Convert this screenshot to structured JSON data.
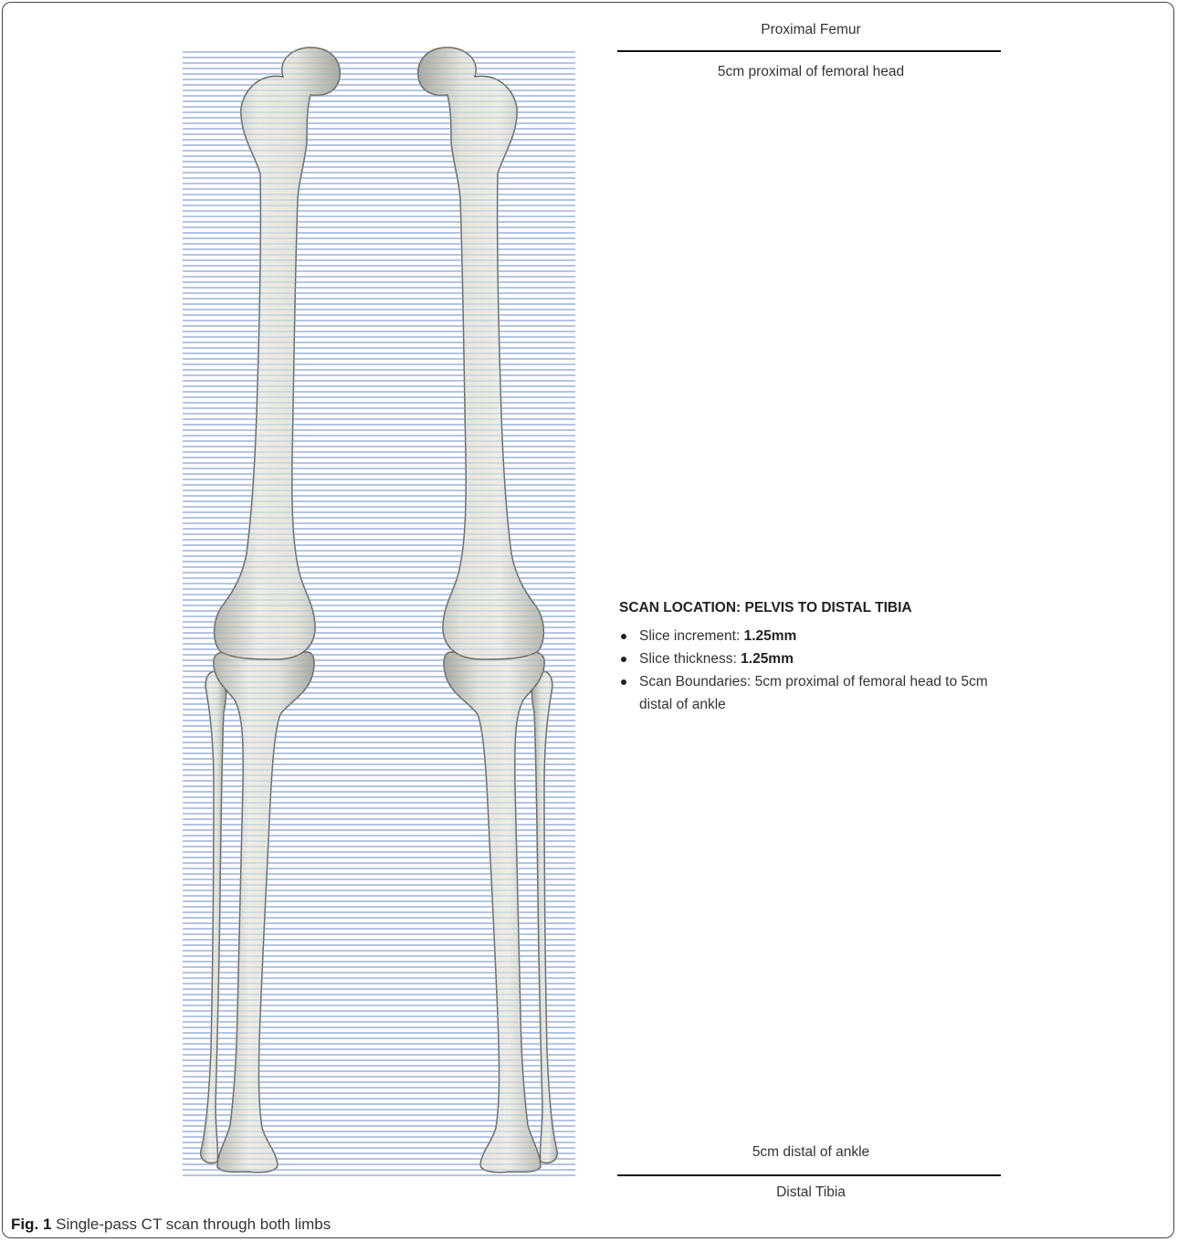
{
  "top_boundary": {
    "region": "Proximal Femur",
    "description": "5cm proximal of femoral head"
  },
  "bottom_boundary": {
    "description": "5cm distal of ankle",
    "region": "Distal Tibia"
  },
  "scan_info": {
    "heading": "SCAN LOCATION: PELVIS TO DISTAL TIBIA",
    "items": [
      {
        "label": "Slice increment: ",
        "value": "1.25mm"
      },
      {
        "label": "Slice thickness: ",
        "value": "1.25mm"
      },
      {
        "label": "Scan Boundaries: 5cm proximal of femoral head to 5cm distal of ankle",
        "value": ""
      }
    ]
  },
  "caption": {
    "fig_label": "Fig. 1",
    "text": " Single-pass CT scan through both limbs"
  },
  "colors": {
    "slice_line": "#8fa8d8",
    "bone_fill": "#e2e2d8",
    "bone_stroke": "#6b6b62",
    "rule": "#111111"
  }
}
